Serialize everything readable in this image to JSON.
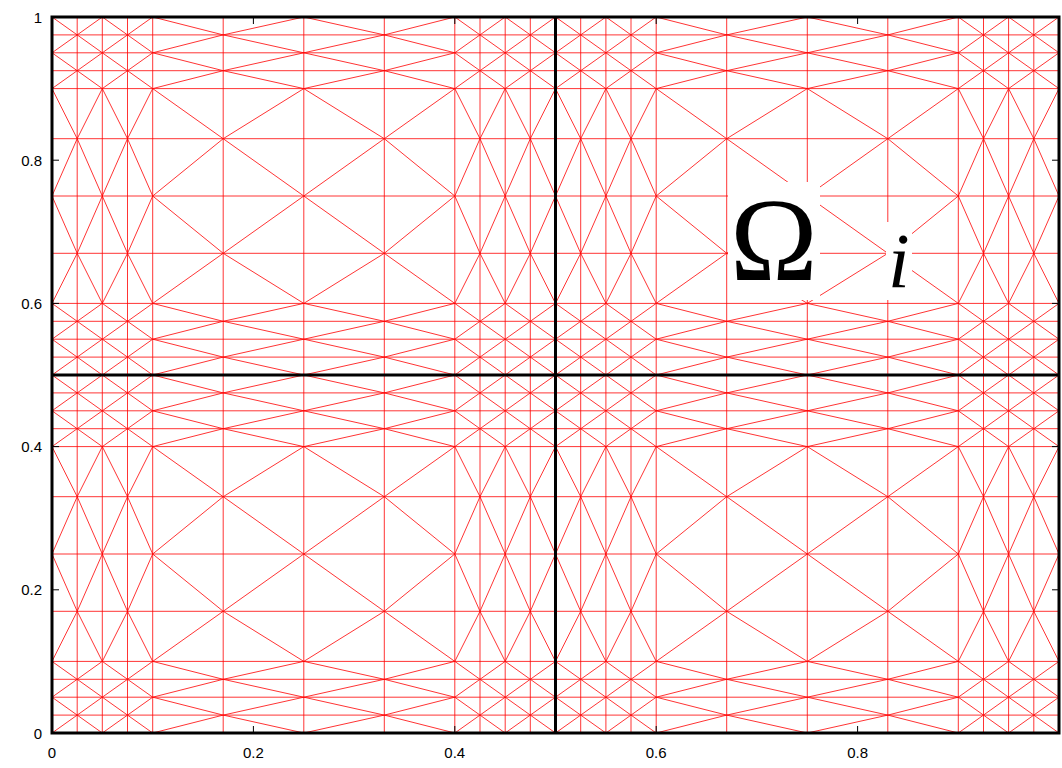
{
  "diagram": {
    "labels": [
      "0",
      "0.2",
      "0.4",
      "0.6",
      "0.8",
      "0",
      "0.2",
      "0.4",
      "0.6",
      "0.8",
      "1",
      "Ω",
      "i"
    ]
  }
}
